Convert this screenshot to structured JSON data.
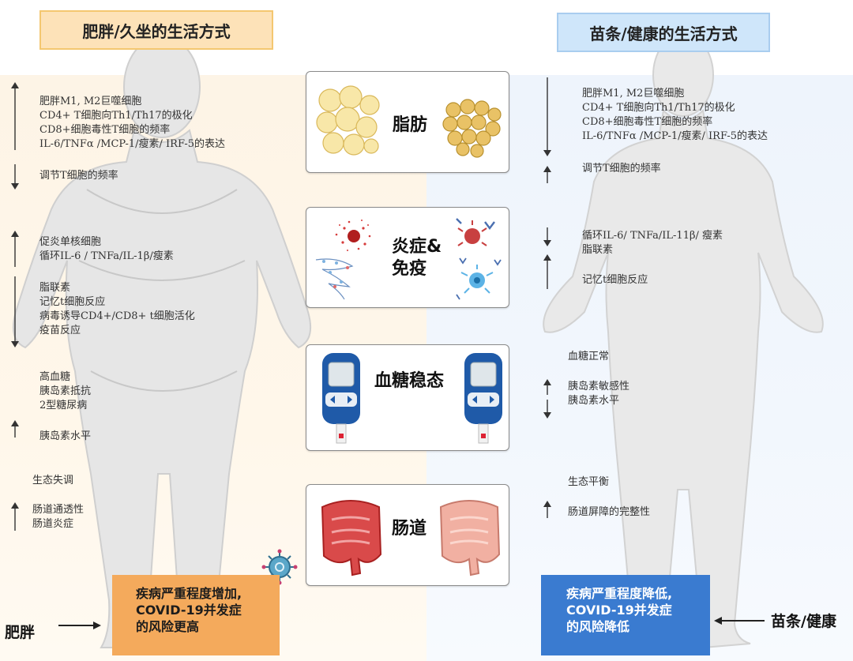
{
  "left_title": "肥胖/久坐的生活方式",
  "right_title": "苗条/健康的生活方式",
  "left_text": {
    "fat_lines": [
      "肥胖M1, M2巨噬细胞",
      "CD4+ T细胞向Th1/Th17的极化",
      "CD8+细胞毒性T细胞的频率",
      "IL-6/TNFα /MCP-1/瘦素/ IRF-5的表达"
    ],
    "treg": "调节T细胞的频率",
    "inflam_up": [
      "促炎单核细胞",
      "循环IL-6 / TNFa/IL-1β/瘦素"
    ],
    "inflam_down": [
      "脂联素",
      "记忆t细胞反应",
      "病毒诱导CD4+/CD8+ t细胞活化",
      "疫苗反应"
    ],
    "glucose": [
      "高血糖",
      "胰岛素抵抗",
      "2型糖尿病"
    ],
    "insulin": "胰岛素水平",
    "gut_state": "生态失调",
    "gut_up": [
      "肠道通透性",
      "肠道炎症"
    ]
  },
  "right_text": {
    "fat_lines": [
      "肥胖M1, M2巨噬细胞",
      "CD4+ T细胞向Th1/Th17的极化",
      "CD8+细胞毒性T细胞的频率",
      "IL-6/TNFα /MCP-1/瘦素/ IRF-5的表达"
    ],
    "treg": "调节T细胞的频率",
    "inflam_down": [
      "循环IL-6/ TNFa/IL-11β/ 瘦素",
      "脂联素"
    ],
    "memory": "记忆t细胞反应",
    "glucose": "血糖正常",
    "insulin": [
      "胰岛素敏感性",
      "胰岛素水平"
    ],
    "gut_state": "生态平衡",
    "gut_barrier": "肠道屏障的完整性"
  },
  "panels": [
    {
      "id": "fat",
      "label": "脂肪"
    },
    {
      "id": "inflammation",
      "label": "炎症&\n免疫"
    },
    {
      "id": "glucose",
      "label": "血糖稳态"
    },
    {
      "id": "gut",
      "label": "肠道"
    }
  ],
  "outcome_left": [
    "疾病严重程度增加,",
    "COVID-19并发症",
    "的风险更高"
  ],
  "outcome_right": [
    "疾病严重程度降低,",
    "COVID-19并发症",
    "的风险降低"
  ],
  "label_left": "肥胖",
  "label_right": "苗条/健康",
  "colors": {
    "left_accent": "#f4aa5c",
    "right_accent": "#3a7bd0",
    "left_title_bg": "#fde2b8",
    "right_title_bg": "#cfe6fa"
  }
}
